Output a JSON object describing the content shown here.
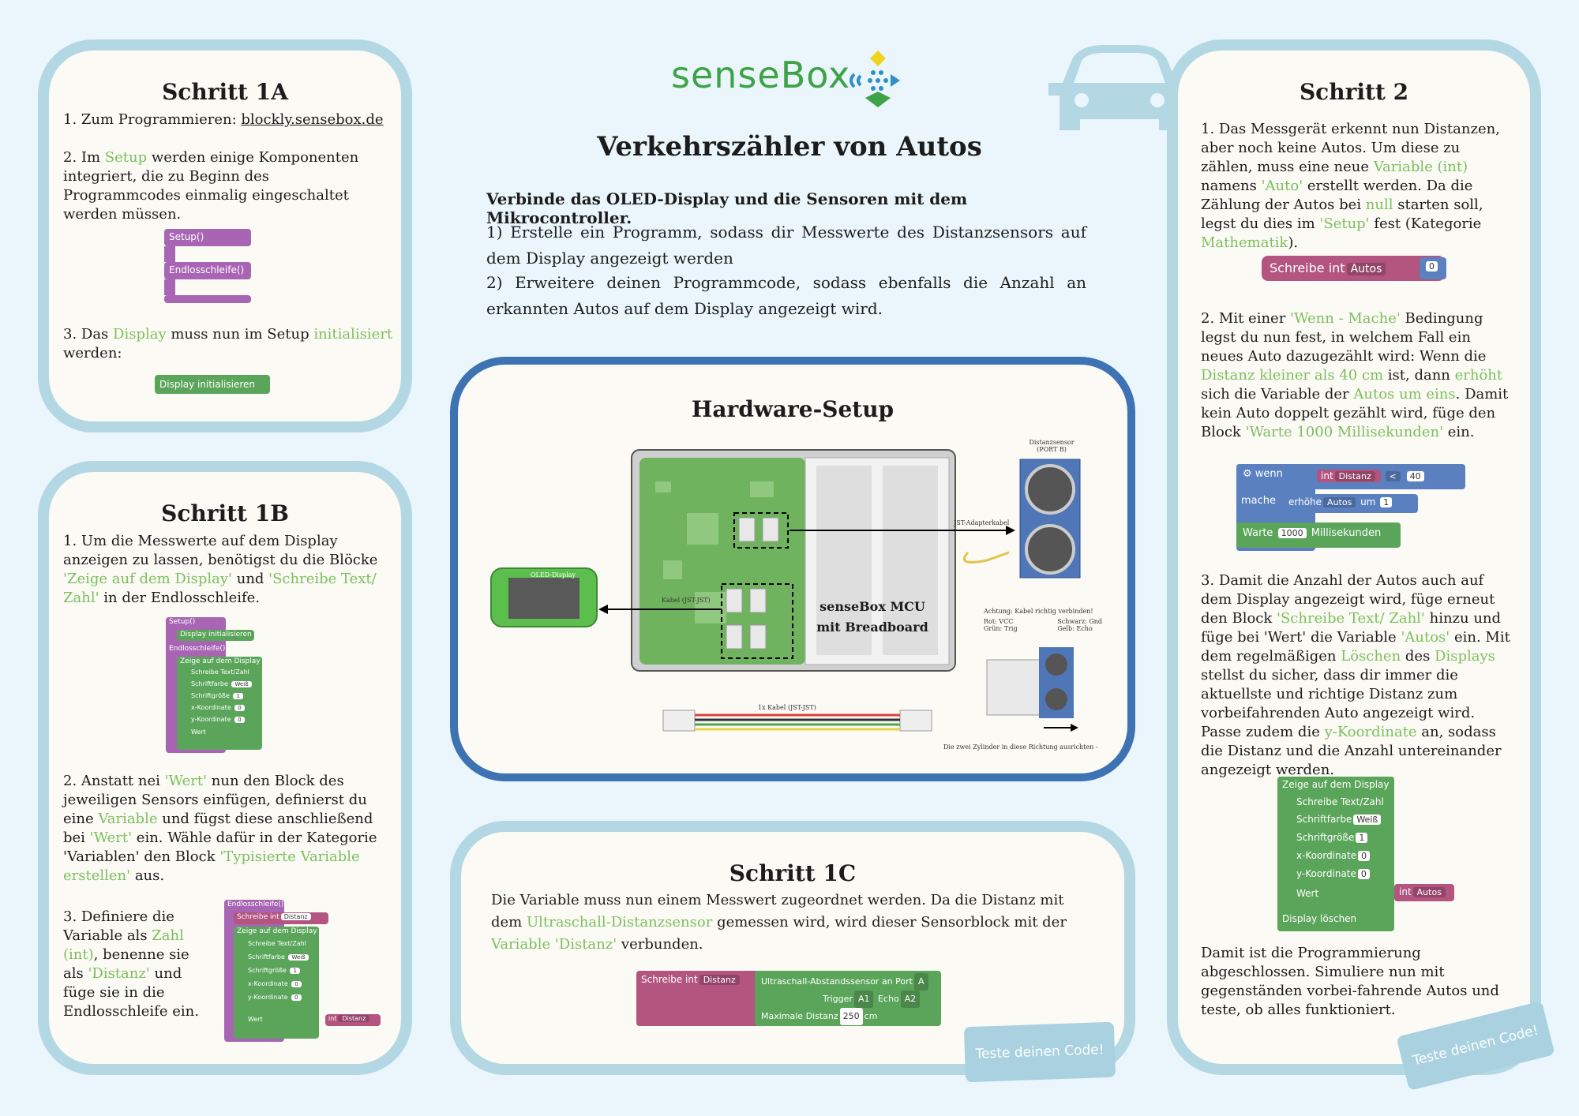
{
  "logo": {
    "text": "senseBox"
  },
  "title": "Verkehrszähler von Autos",
  "intro": {
    "heading": "Verbinde das OLED-Display und die Sensoren mit dem Mikrocontroller.",
    "item1": "1) Erstelle ein Programm, sodass dir Messwerte des Distanzsensors auf dem Display angezeigt werden",
    "item2": "2) Erweitere deinen Programmcode, sodass ebenfalls die Anzahl an erkannten Autos auf dem Display angezeigt wird."
  },
  "step1a": {
    "title": "Schritt 1A",
    "p1_prefix": "1. Zum Programmieren: ",
    "p1_link": "blockly.sensebox.de",
    "p2_a": "2. Im ",
    "p2_hl": "Setup",
    "p2_b": " werden einige Komponenten integriert, die zu Beginn des Programmcodes einmalig eingeschaltet werden müssen.",
    "setup_block": "Setup()",
    "loop_block": "Endlosschleife()",
    "p3_a": "3. Das ",
    "p3_hl1": "Display",
    "p3_b": " muss nun im Setup ",
    "p3_hl2": "initialisiert",
    "p3_c": " werden:",
    "init_block": "Display initialisieren"
  },
  "step1b": {
    "title": "Schritt 1B",
    "p1_a": "1. Um die Messwerte auf dem Display anzeigen zu lassen, benötigst du die Blöcke ",
    "p1_hl1": "'Zeige auf dem Display'",
    "p1_b": " und ",
    "p1_hl2": "'Schreibe Text/ Zahl'",
    "p1_c": " in der Endlosschleife.",
    "blocks": {
      "setup": "Setup()",
      "init": "Display initialisieren",
      "loop": "Endlosschleife()",
      "show": "Zeige auf dem Display",
      "write": "Schreibe Text/Zahl",
      "color": "Schriftfarbe",
      "color_val": "Weiß",
      "size": "Schriftgröße",
      "size_val": "1",
      "x": "x-Koordinate",
      "x_val": "0",
      "y": "y-Koordinate",
      "y_val": "0",
      "value": "Wert"
    },
    "p2_a": "2. Anstatt nei ",
    "p2_hl1": "'Wert'",
    "p2_b": " nun den Block des jeweiligen Sensors einfügen, definierst du eine ",
    "p2_hl2": "Variable",
    "p2_c": " und fügst diese anschließend bei ",
    "p2_hl3": "'Wert'",
    "p2_d": " ein.  Wähle dafür in der Kategorie 'Variablen' den Block ",
    "p2_hl4": "'Typisierte Variable erstellen'",
    "p2_e": " aus.",
    "p3_a": "3. Definiere die Variable als ",
    "p3_hl1": "Zahl (int)",
    "p3_b": ", benenne sie als ",
    "p3_hl2": "'Distanz'",
    "p3_c": " und füge sie in die Endlosschleife ein.",
    "blocks2": {
      "loop": "Endlosschleife()",
      "write_var": "Schreibe",
      "int": "int",
      "var": "Distanz",
      "show": "Zeige auf dem Display",
      "write": "Schreibe Text/Zahl",
      "color": "Schriftfarbe",
      "color_val": "Weiß",
      "size": "Schriftgröße",
      "size_val": "1",
      "x": "x-Koordinate",
      "x_val": "0",
      "y": "y-Koordinate",
      "y_val": "0",
      "value": "Wert",
      "value_var": "Distanz"
    }
  },
  "hardware": {
    "title": "Hardware-Setup",
    "oled": "OLED-Display",
    "cable_label": "Kabel (JST-JST)",
    "mcu_line1": "senseBox MCU",
    "mcu_line2": "mit Breadboard",
    "sensor_label1": "Distanzsensor",
    "sensor_label2": "(PORT B)",
    "adapter": "JST-Adapterkabel",
    "warn_title": "Achtung: Kabel richtig verbinden!",
    "warn_rot": "Rot:     VCC",
    "warn_gruen": "Grün:  Trig",
    "warn_schwarz": "Schwarz:   Gnd",
    "warn_gelb": "Gelb:        Echo",
    "cable2": "1x Kabel (JST-JST)",
    "cylinder_note": "Die zwei Zylinder in diese Richtung ausrichten -"
  },
  "step1c": {
    "title": "Schritt 1C",
    "p_a": "Die Variable muss nun einem Messwert zugeordnet werden. Da die Distanz mit dem ",
    "p_hl1": "Ultraschall-Distanzsensor",
    "p_b": " gemessen wird, wird dieser Sensorblock mit der ",
    "p_hl2": "Variable 'Distanz'",
    "p_c": " verbunden.",
    "blocks": {
      "write": "Schreibe",
      "int": "int",
      "var": "Distanz",
      "sensor": "Ultraschall-Abstandssensor an Port",
      "port": "A",
      "trigger": "Trigger",
      "trigger_val": "A1",
      "echo": "Echo",
      "echo_val": "A2",
      "max": "Maximale Distanz",
      "max_val": "250",
      "unit": "cm"
    },
    "stamp": "Teste deinen Code!"
  },
  "step2": {
    "title": "Schritt 2",
    "p1_a": "1. Das Messgerät erkennt nun Distanzen, aber noch keine Autos. Um diese zu zählen, muss eine neue ",
    "p1_hl1": "Variable (int)",
    "p1_b": " namens ",
    "p1_hl2": "'Auto'",
    "p1_c": " erstellt werden. Da die Zählung der Autos bei ",
    "p1_hl3": "null",
    "p1_d": " starten soll, legst du dies im ",
    "p1_hl4": "'Setup'",
    "p1_e": " fest (Kategorie ",
    "p1_hl5": "Mathematik",
    "p1_f": ").",
    "set_block": {
      "write": "Schreibe",
      "int": "int",
      "var": "Autos",
      "val": "0"
    },
    "p2_a": "2. Mit einer ",
    "p2_hl1": "'Wenn - Mache'",
    "p2_b": " Bedingung legst du nun fest, in welchem Fall ein neues Auto dazugezählt wird: Wenn die ",
    "p2_hl2": "Distanz kleiner als 40 cm",
    "p2_c": " ist, dann ",
    "p2_hl3": "erhöht",
    "p2_d": " sich die Variable der ",
    "p2_hl4": "Autos um eins",
    "p2_e": ". Damit kein Auto doppelt gezählt wird, füge den Block ",
    "p2_hl5": "'Warte 1000 Millisekunden'",
    "p2_f": " ein.",
    "if_block": {
      "wenn": "wenn",
      "int": "int",
      "var": "Distanz",
      "op": "<",
      "val": "40",
      "mache": "mache",
      "inc": "erhöhe",
      "inc_var": "Autos",
      "um": "um",
      "inc_val": "1",
      "wait": "Warte",
      "wait_val": "1000",
      "ms": "Millisekunden"
    },
    "p3_a": "3. Damit die Anzahl der Autos auch auf dem Display angezeigt wird, füge erneut den Block ",
    "p3_hl1": "'Schreibe Text/ Zahl'",
    "p3_b": " hinzu und füge bei 'Wert' die Variable ",
    "p3_hl2": "'Autos'",
    "p3_c": " ein. Mit dem regelmäßigen ",
    "p3_hl3": "Löschen",
    "p3_d": " des ",
    "p3_hl4": "Displays",
    "p3_e": " stellst du sicher, dass dir immer die aktuellste und richtige Distanz zum vorbeifahrenden Auto angezeigt wird. Passe zudem die ",
    "p3_hl5": "y-Koordinate",
    "p3_f": " an, sodass die Distanz und die Anzahl untereinander angezeigt werden.",
    "show_block": {
      "show": "Zeige auf dem Display",
      "write": "Schreibe Text/Zahl",
      "color": "Schriftfarbe",
      "color_val": "Weiß",
      "size": "Schriftgröße",
      "size_val": "1",
      "x": "x-Koordinate",
      "x_val": "0",
      "y": "y-Koordinate",
      "y_val": "0",
      "value": "Wert",
      "int": "int",
      "var": "Autos",
      "clear": "Display löschen"
    },
    "p4": "Damit ist die Programmierung abgeschlossen. Simuliere nun mit gegenständen vorbei-fahrende Autos und teste, ob alles funktioniert.",
    "stamp": "Teste deinen Code!"
  }
}
